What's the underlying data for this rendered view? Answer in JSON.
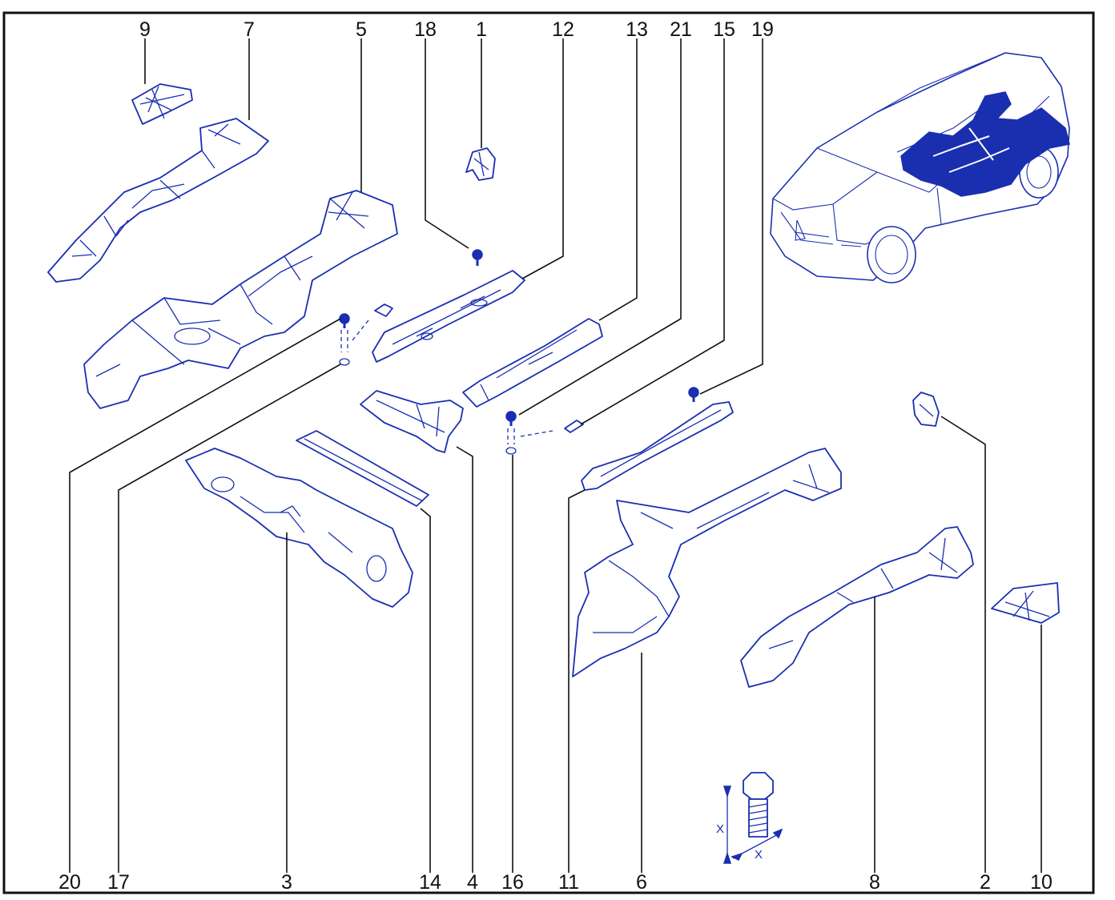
{
  "callouts": [
    {
      "id": "9",
      "label": "9"
    },
    {
      "id": "7",
      "label": "7"
    },
    {
      "id": "5",
      "label": "5"
    },
    {
      "id": "18",
      "label": "18"
    },
    {
      "id": "1",
      "label": "1"
    },
    {
      "id": "12",
      "label": "12"
    },
    {
      "id": "13",
      "label": "13"
    },
    {
      "id": "21",
      "label": "21"
    },
    {
      "id": "15",
      "label": "15"
    },
    {
      "id": "19",
      "label": "19"
    },
    {
      "id": "20",
      "label": "20"
    },
    {
      "id": "17",
      "label": "17"
    },
    {
      "id": "3",
      "label": "3"
    },
    {
      "id": "14",
      "label": "14"
    },
    {
      "id": "4",
      "label": "4"
    },
    {
      "id": "16",
      "label": "16"
    },
    {
      "id": "11",
      "label": "11"
    },
    {
      "id": "6",
      "label": "6"
    },
    {
      "id": "8",
      "label": "8"
    },
    {
      "id": "2",
      "label": "2"
    },
    {
      "id": "10",
      "label": "10"
    }
  ],
  "bolt_detail": {
    "dimension_label": "X"
  },
  "colors": {
    "line_art": "#1a2fb0",
    "text": "#111111",
    "background": "#ffffff"
  }
}
